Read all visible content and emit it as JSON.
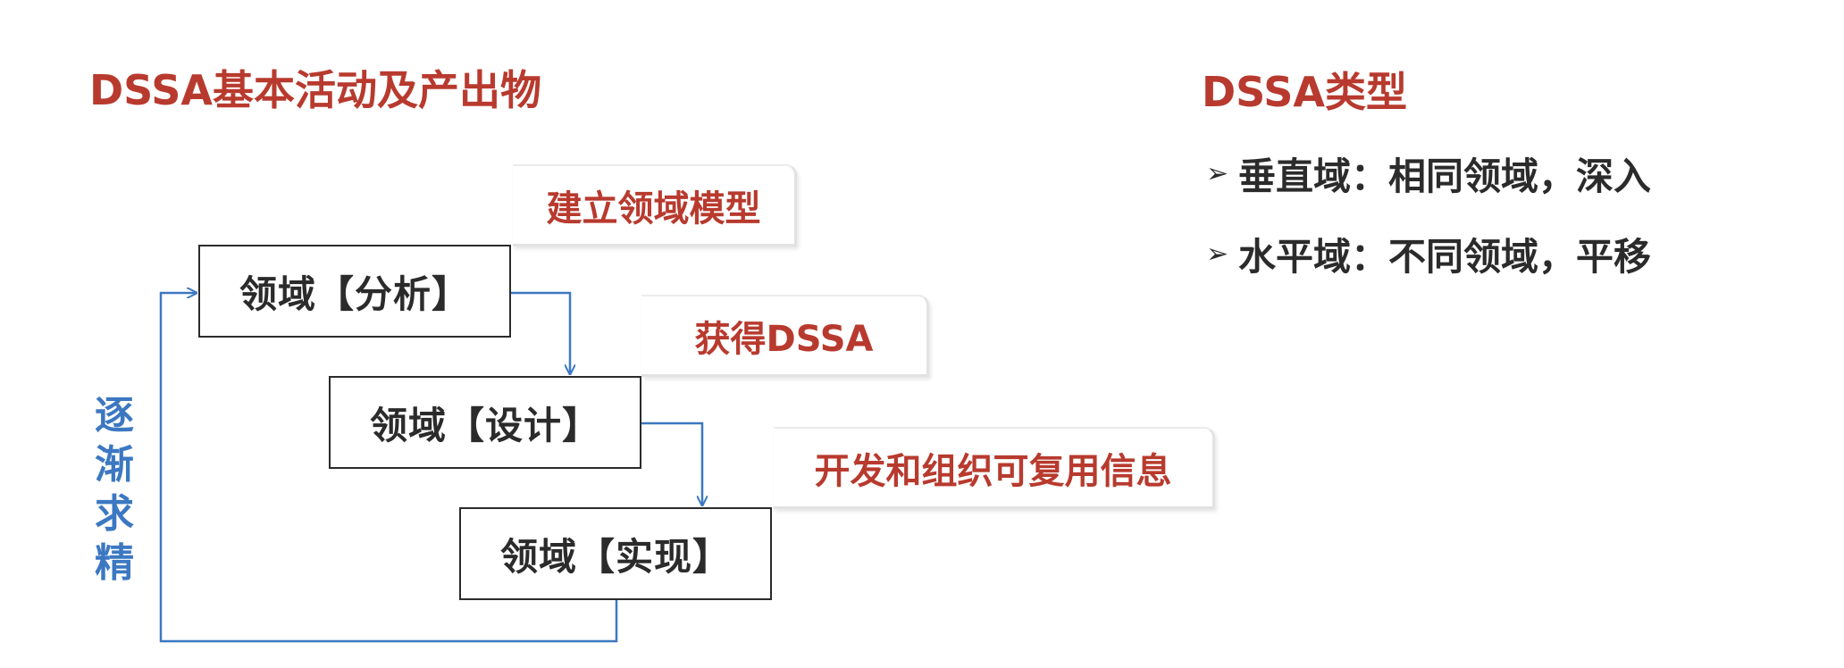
{
  "left_title": "DSSA基本活动及产出物",
  "right_title": "DSSA类型",
  "stages": [
    {
      "label": "领域【分析】"
    },
    {
      "label": "领域【设计】"
    },
    {
      "label": "领域【实现】"
    }
  ],
  "outputs": [
    {
      "label": "建立领域模型"
    },
    {
      "label": "获得DSSA"
    },
    {
      "label": "开发和组织可复用信息"
    }
  ],
  "feedback_label": [
    "逐",
    "渐",
    "求",
    "精"
  ],
  "types": [
    {
      "bullet": "➢",
      "text": "垂直域：相同领域，深入"
    },
    {
      "bullet": "➢",
      "text": "水平域：不同领域，平移"
    }
  ],
  "colors": {
    "accent_red": "#B83A2E",
    "accent_blue": "#3C78C2",
    "text": "#2b2b2b"
  }
}
